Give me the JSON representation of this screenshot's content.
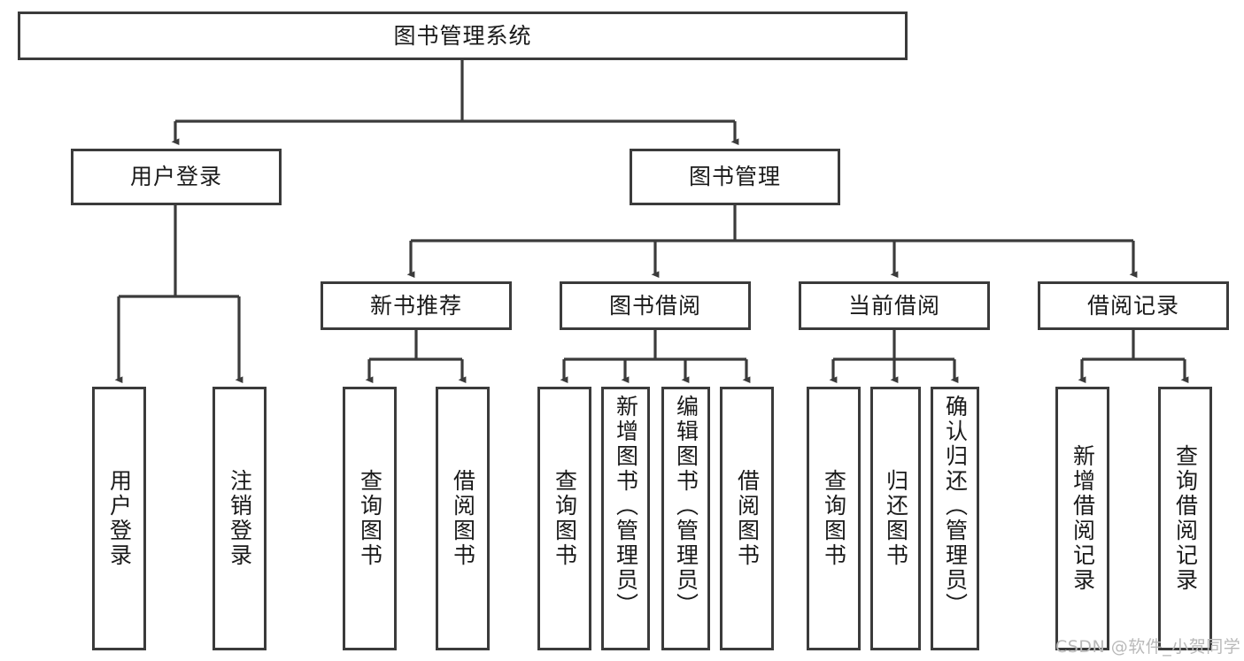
{
  "diagram": {
    "title": "图书管理系统",
    "type": "tree-hierarchy",
    "watermark": "CSDN @软件_小贺同学",
    "style": {
      "border_color": "#3b3b3b",
      "fill_color": "#ffffff",
      "text_color": "#1a1a1a",
      "watermark_color": "#b9b9b9",
      "background": "#ffffff"
    },
    "nodes": {
      "root": {
        "label": "图书管理系统"
      },
      "level2": [
        {
          "label": "用户登录"
        },
        {
          "label": "图书管理"
        }
      ],
      "level3": [
        {
          "label": "新书推荐"
        },
        {
          "label": "图书借阅"
        },
        {
          "label": "当前借阅"
        },
        {
          "label": "借阅记录"
        }
      ],
      "leaves": {
        "user_login": [
          {
            "label": "用户登录"
          },
          {
            "label": "注销登录"
          }
        ],
        "new_book_recommend": [
          {
            "label": "查询图书"
          },
          {
            "label": "借阅图书"
          }
        ],
        "book_borrow": [
          {
            "label": "查询图书"
          },
          {
            "label": "新增图书（管理员）"
          },
          {
            "label": "编辑图书（管理员）"
          },
          {
            "label": "借阅图书"
          }
        ],
        "current_borrow": [
          {
            "label": "查询图书"
          },
          {
            "label": "归还图书"
          },
          {
            "label": "确认归还（管理员）"
          }
        ],
        "borrow_record": [
          {
            "label": "新增借阅记录"
          },
          {
            "label": "查询借阅记录"
          }
        ]
      }
    }
  }
}
